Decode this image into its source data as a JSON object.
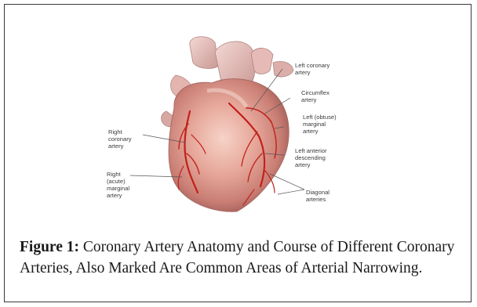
{
  "figure": {
    "labels": {
      "left_coronary_1": "Left coronary",
      "left_coronary_2": "artery",
      "circumflex_1": "Circumflex",
      "circumflex_2": "artery",
      "left_marginal_1": "Left (obtuse)",
      "left_marginal_2": "marginal",
      "left_marginal_3": "artery",
      "right_coronary_1": "Right",
      "right_coronary_2": "coronary",
      "right_coronary_3": "artery",
      "lad_1": "Left anterior",
      "lad_2": "descending",
      "lad_3": "artery",
      "right_marginal_1": "Right",
      "right_marginal_2": "(acute)",
      "right_marginal_3": "marginal",
      "right_marginal_4": "artery",
      "diagonal_1": "Diagonal",
      "diagonal_2": "arteries"
    }
  },
  "caption": {
    "label": "Figure 1:",
    "text": " Coronary Artery Anatomy and Course of Different Coronary Arteries, Also Marked Are Common Areas of Arterial Narrowing."
  }
}
